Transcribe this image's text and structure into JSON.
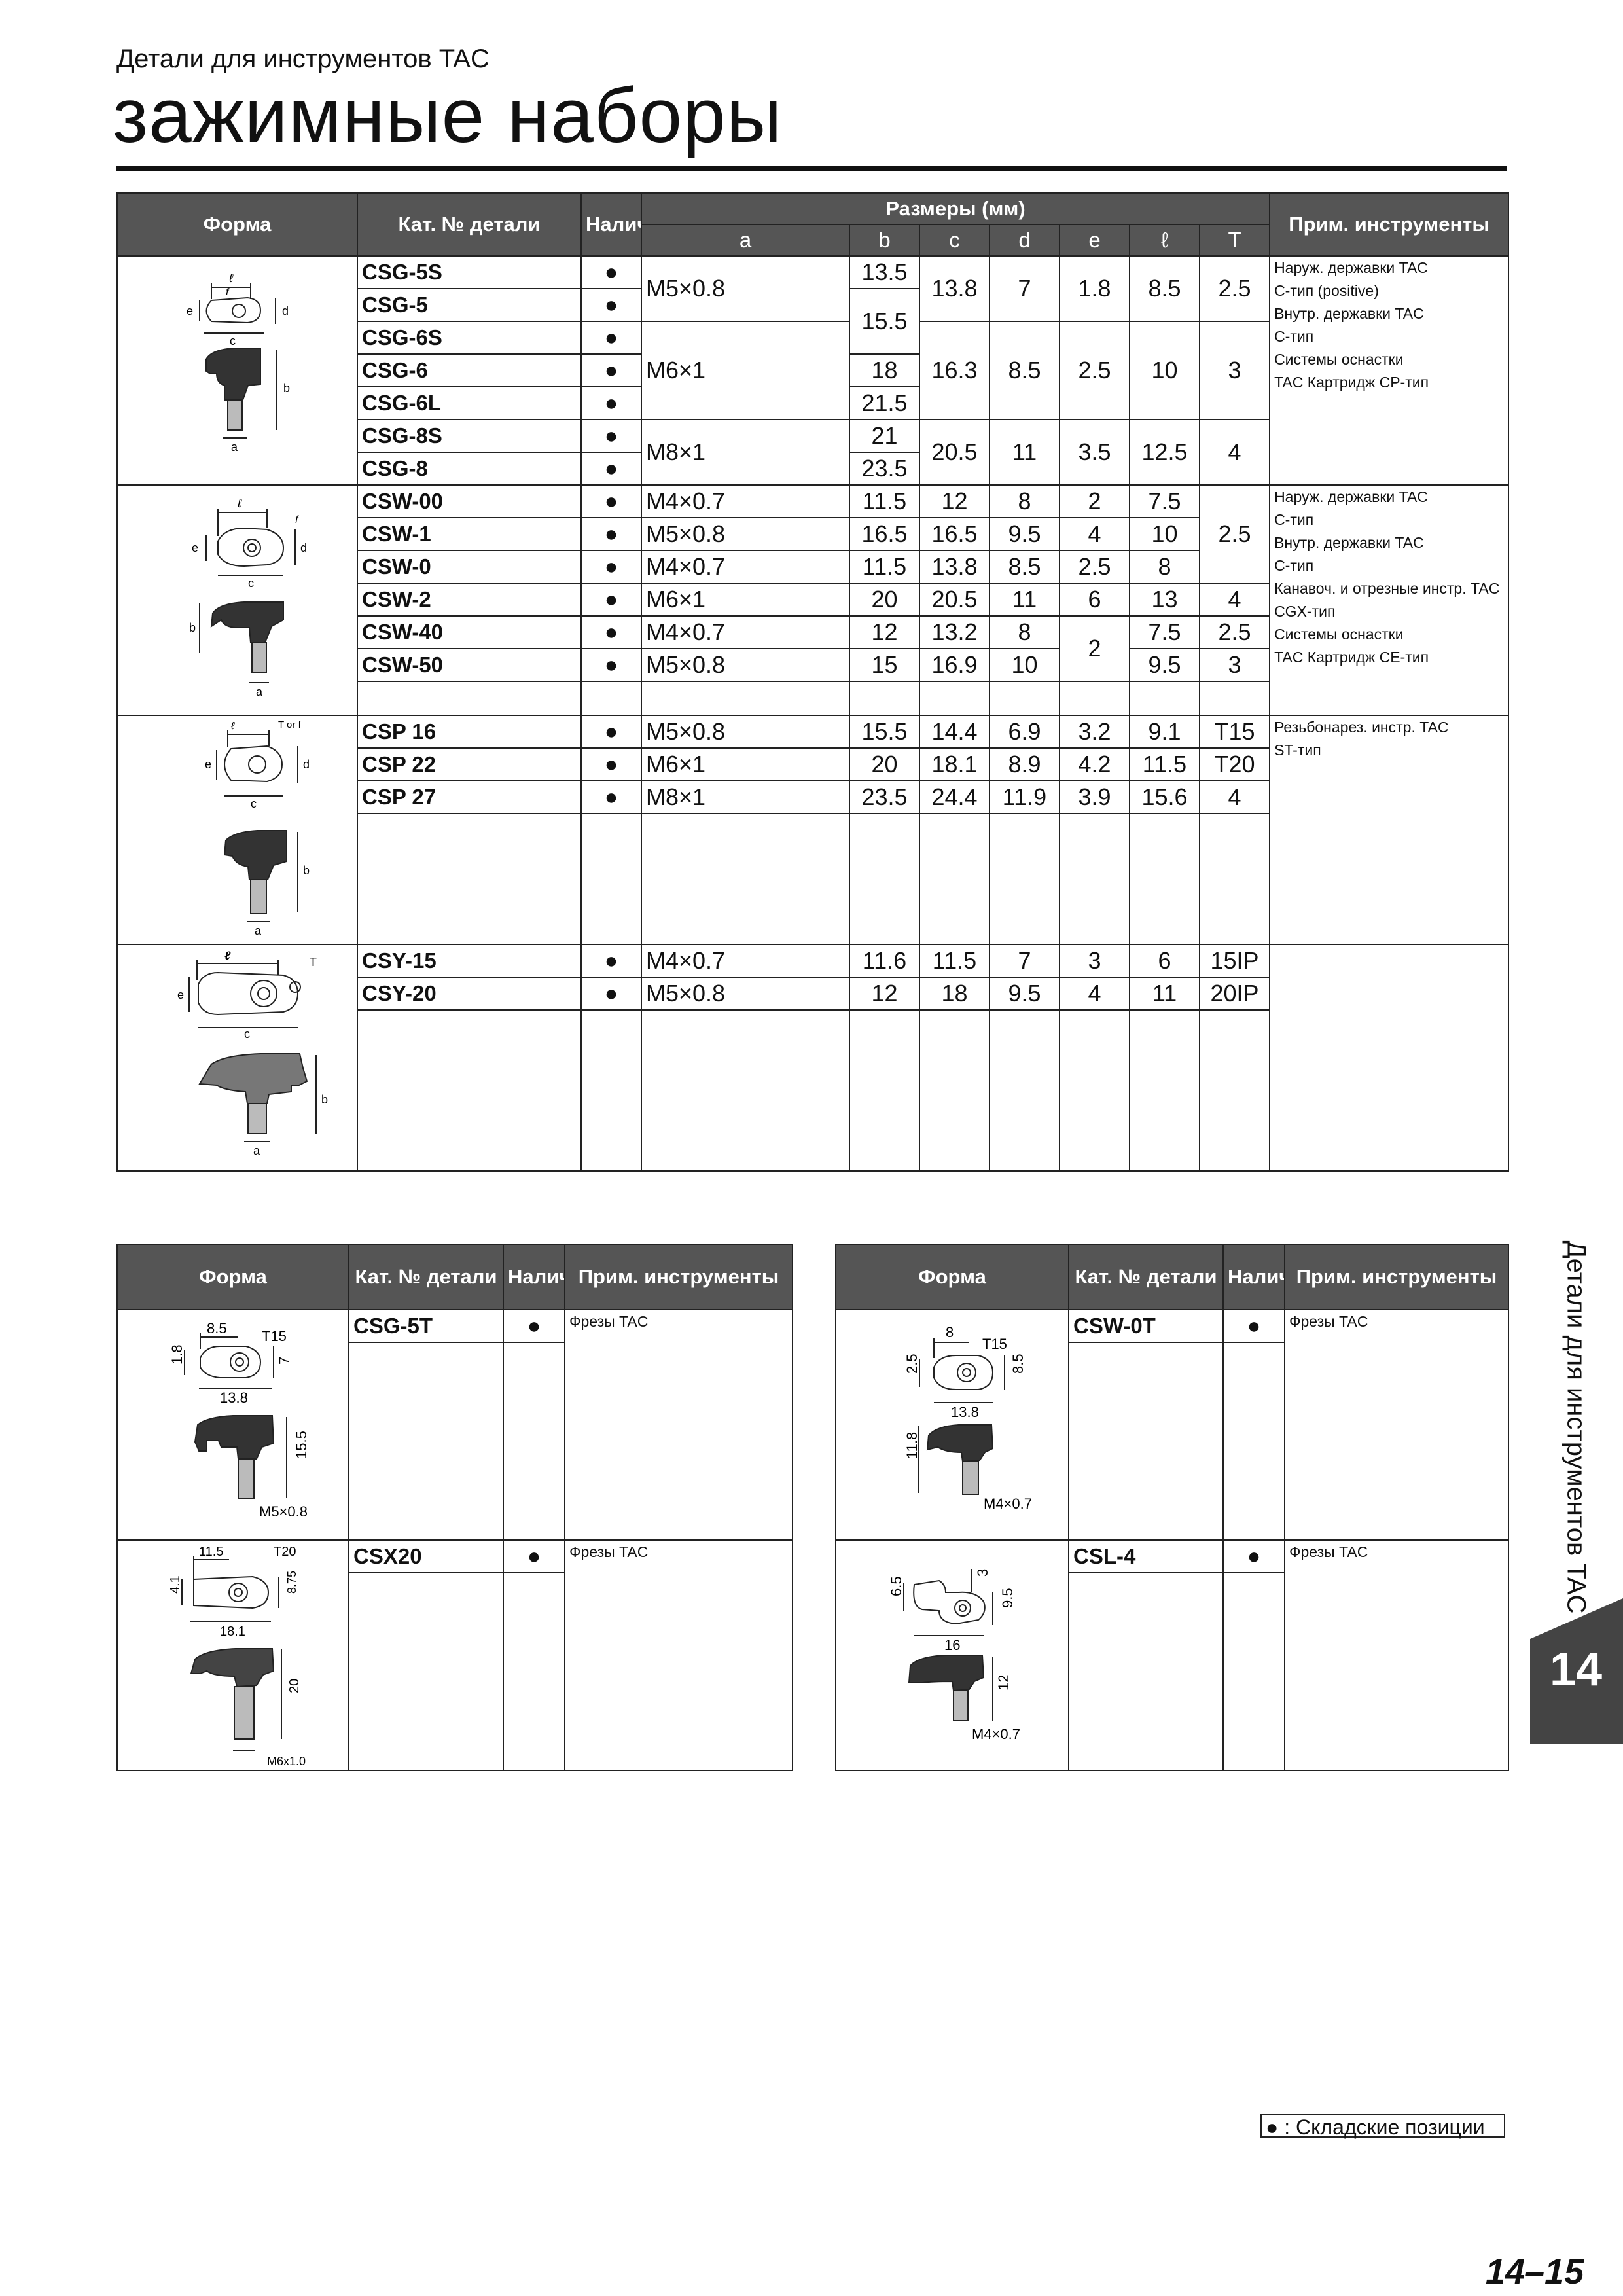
{
  "header": {
    "subtitle": "Детали для инструментов TAC",
    "title": "зажимные наборы"
  },
  "main_table": {
    "headers": {
      "form": "Форма",
      "part_no": "Кат. № детали",
      "availability": "Наличие",
      "dimensions": "Размеры (мм)",
      "a": "a",
      "b": "b",
      "c": "c",
      "d": "d",
      "e": "e",
      "l": "ℓ",
      "T": "T",
      "tools": "Прим. инструменты"
    },
    "csg": {
      "parts": [
        "CSG-5S",
        "CSG-5",
        "CSG-6S",
        "CSG-6",
        "CSG-6L",
        "CSG-8S",
        "CSG-8"
      ],
      "a": [
        "M5×0.8",
        "M6×1",
        "M8×1"
      ],
      "b": [
        "13.5",
        "15.5",
        "18",
        "21.5",
        "21",
        "23.5"
      ],
      "c": [
        "13.8",
        "16.3",
        "20.5"
      ],
      "d": [
        "7",
        "8.5",
        "11"
      ],
      "e": [
        "1.8",
        "2.5",
        "3.5"
      ],
      "l": [
        "8.5",
        "10",
        "12.5"
      ],
      "T": [
        "2.5",
        "3",
        "4"
      ],
      "tools": [
        "Наруж. державки TAC",
        "C-тип (positive)",
        "Внутр. державки TAC",
        "C-тип",
        "Системы оснастки",
        "TAC Картридж  CP-тип"
      ]
    },
    "csw": {
      "rows": [
        {
          "part": "CSW-00",
          "a": "M4×0.7",
          "b": "11.5",
          "c": "12",
          "d": "8",
          "e": "2",
          "l": "7.5"
        },
        {
          "part": "CSW-1",
          "a": "M5×0.8",
          "b": "16.5",
          "c": "16.5",
          "d": "9.5",
          "e": "4",
          "l": "10"
        },
        {
          "part": "CSW-0",
          "a": "M4×0.7",
          "b": "11.5",
          "c": "13.8",
          "d": "8.5",
          "e": "2.5",
          "l": "8"
        },
        {
          "part": "CSW-2",
          "a": "M6×1",
          "b": "20",
          "c": "20.5",
          "d": "11",
          "e": "6",
          "l": "13"
        },
        {
          "part": "CSW-40",
          "a": "M4×0.7",
          "b": "12",
          "c": "13.2",
          "d": "8",
          "e": "",
          "l": "7.5"
        },
        {
          "part": "CSW-50",
          "a": "M5×0.8",
          "b": "15",
          "c": "16.9",
          "d": "10",
          "e": "",
          "l": "9.5"
        }
      ],
      "e_merged": "2",
      "T": [
        "2.5",
        "4",
        "2.5",
        "3"
      ],
      "tools": [
        "Наруж. державки TAC",
        "C-тип",
        "Внутр. державки TAC",
        "C-тип",
        "Канавоч. и отрезные инстр. TAC",
        "CGX-тип",
        "Системы оснастки",
        "TAC Картридж  CE-тип"
      ]
    },
    "csp": {
      "rows": [
        {
          "part": "CSP 16",
          "a": "M5×0.8",
          "b": "15.5",
          "c": "14.4",
          "d": "6.9",
          "e": "3.2",
          "l": "9.1",
          "T": "T15"
        },
        {
          "part": "CSP 22",
          "a": "M6×1",
          "b": "20",
          "c": "18.1",
          "d": "8.9",
          "e": "4.2",
          "l": "11.5",
          "T": "T20"
        },
        {
          "part": "CSP 27",
          "a": "M8×1",
          "b": "23.5",
          "c": "24.4",
          "d": "11.9",
          "e": "3.9",
          "l": "15.6",
          "T": "4"
        }
      ],
      "tools": [
        "Резьбонарез. инстр. TAC",
        "ST-тип"
      ]
    },
    "csy": {
      "rows": [
        {
          "part": "CSY-15",
          "a": "M4×0.7",
          "b": "11.6",
          "c": "11.5",
          "d": "7",
          "e": "3",
          "l": "6",
          "T": "15IP"
        },
        {
          "part": "CSY-20",
          "a": "M5×0.8",
          "b": "12",
          "c": "18",
          "d": "9.5",
          "e": "4",
          "l": "11",
          "T": "20IP"
        }
      ]
    }
  },
  "availability_mark": "●",
  "drawing_labels": {
    "l": "ℓ",
    "f": "f",
    "e": "e",
    "d": "d",
    "c": "c",
    "b": "b",
    "a": "a",
    "T": "T",
    "Torf": "T or f"
  },
  "bottom_headers": {
    "form": "Форма",
    "part_no": "Кат. № детали",
    "availability": "Наличие",
    "tools": "Прим. инструменты"
  },
  "bottom_left": [
    {
      "part": "CSG-5T",
      "tools": "Фрезы TAC",
      "dims": {
        "l": "8.5",
        "T": "T15",
        "e": "1.8",
        "d": "7",
        "c": "13.8",
        "b": "15.5",
        "a": "M5×0.8"
      }
    },
    {
      "part": "CSX20",
      "tools": "Фрезы TAC",
      "dims": {
        "l": "11.5",
        "T": "T20",
        "e": "4.1",
        "d": "8.75",
        "c": "18.1",
        "b": "20",
        "a": "M6x1.0"
      }
    }
  ],
  "bottom_right": [
    {
      "part": "CSW-0T",
      "tools": "Фрезы TAC",
      "dims": {
        "l": "8",
        "T": "T15",
        "e": "2.5",
        "d": "8.5",
        "c": "13.8",
        "b": "11.8",
        "a": "M4×0.7"
      }
    },
    {
      "part": "CSL-4",
      "tools": "Фрезы TAC",
      "dims": {
        "e": "6.5",
        "f": "3",
        "d": "9.5",
        "c": "16",
        "b": "12",
        "a": "M4×0.7"
      }
    }
  ],
  "side_tab": {
    "text": "Детали для инструментов TAC",
    "number": "14"
  },
  "legend": {
    "mark": "●",
    "text": " : Складские позиции"
  },
  "page_number": "14–15",
  "colors": {
    "header_bg": "#555555",
    "tab_bg": "#444444",
    "text": "#111111"
  }
}
